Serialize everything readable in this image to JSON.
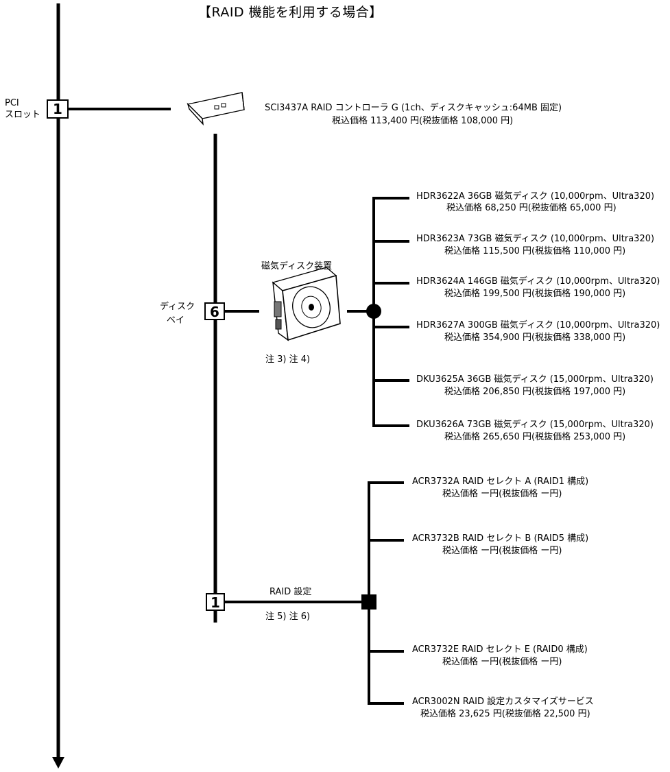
{
  "title": "【RAID 機能を利用する場合】",
  "pci_slot": {
    "label_line1": "PCI",
    "label_line2": "スロット",
    "box": "1"
  },
  "controller": {
    "line1": "SCI3437A  RAID コントローラ G (1ch、ディスクキャッシュ:64MB 固定)",
    "line2": "税込価格 113,400 円(税抜価格 108,000 円)"
  },
  "disk_bay": {
    "label_line1": "ディスク",
    "label_line2": "ベイ",
    "box": "6",
    "device_label": "磁気ディスク装置",
    "notes": "注 3)  注 4)"
  },
  "disks": [
    {
      "line1": "HDR3622A  36GB 磁気ディスク (10,000rpm、Ultra320)",
      "line2": "税込価格 68,250 円(税抜価格 65,000 円)"
    },
    {
      "line1": "HDR3623A  73GB 磁気ディスク (10,000rpm、Ultra320)",
      "line2": "税込価格 115,500 円(税抜価格 110,000 円)"
    },
    {
      "line1": "HDR3624A  146GB 磁気ディスク (10,000rpm、Ultra320)",
      "line2": "税込価格 199,500 円(税抜価格 190,000 円)"
    },
    {
      "line1": "HDR3627A  300GB 磁気ディスク (10,000rpm、Ultra320)",
      "line2": "税込価格 354,900 円(税抜価格 338,000 円)"
    },
    {
      "line1": "DKU3625A  36GB 磁気ディスク (15,000rpm、Ultra320)",
      "line2": "税込価格 206,850 円(税抜価格 197,000 円)"
    },
    {
      "line1": "DKU3626A  73GB 磁気ディスク (15,000rpm、Ultra320)",
      "line2": "税込価格 265,650 円(税抜価格 253,000 円)"
    }
  ],
  "raid": {
    "box": "1",
    "label": "RAID 設定",
    "notes": "注 5)  注 6)"
  },
  "raid_options": [
    {
      "line1": "ACR3732A  RAID セレクト A (RAID1 構成)",
      "line2": "税込価格  ー円(税抜価格  ー円)"
    },
    {
      "line1": "ACR3732B  RAID セレクト B (RAID5 構成)",
      "line2": "税込価格  ー円(税抜価格  ー円)"
    },
    {
      "line1": "ACR3732E  RAID セレクト E (RAID0 構成)",
      "line2": "税込価格  ー円(税抜価格  ー円)"
    },
    {
      "line1": "ACR3002N  RAID 設定カスタマイズサービス",
      "line2": "税込価格  23,625 円(税抜価格  22,500 円)"
    }
  ]
}
